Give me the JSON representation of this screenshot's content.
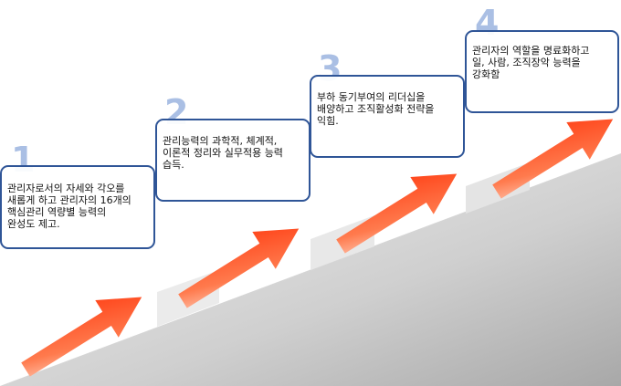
{
  "steps": [
    {
      "number": "1",
      "text": "관리자로서의 자세와 각오를\n새롭게 하고 관리자의 16개의\n핵심관리 역량별 능력의\n완성도 제고."
    },
    {
      "number": "2",
      "text": "관리능력의 과학적, 체계적,\n이론적 정리와 실무적용 능력\n습득."
    },
    {
      "number": "3",
      "text": "부하 동기부여의 리더십을\n배양하고 조직활성화 전략을\n익힘."
    },
    {
      "number": "4",
      "text": "관리자의 역할을 명료화하고\n일, 사람, 조직장악 능력을\n강화함"
    }
  ],
  "colors": {
    "border": "#2f5597",
    "number": "#8eaadb",
    "arrow": "#ff4a1c",
    "arrow_light": "#ffb59a",
    "stair": "#d4d4d4"
  }
}
